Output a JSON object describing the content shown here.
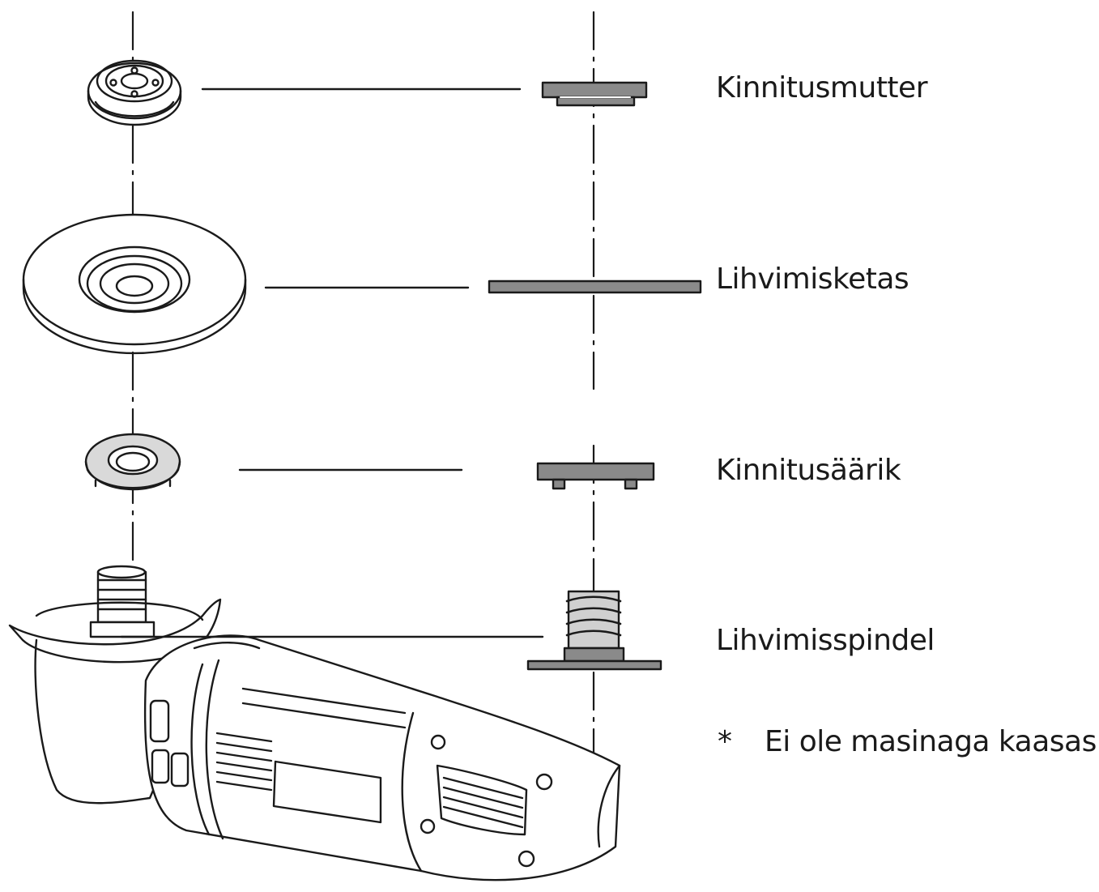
{
  "labels": {
    "fixing_nut": "Kinnitusmutter",
    "grinding_disc": "Lihvimisketas",
    "fixing_flange": "Kinnitusäärik",
    "grinding_spindle": "Lihvimisspindel"
  },
  "note": {
    "marker": "*",
    "text": "Ei ole masinaga kaasas"
  },
  "colors": {
    "line": "#1a1a1a",
    "part_fill": "#8a8a8a",
    "flange_fill": "#d9d9d9",
    "background": "#ffffff"
  }
}
